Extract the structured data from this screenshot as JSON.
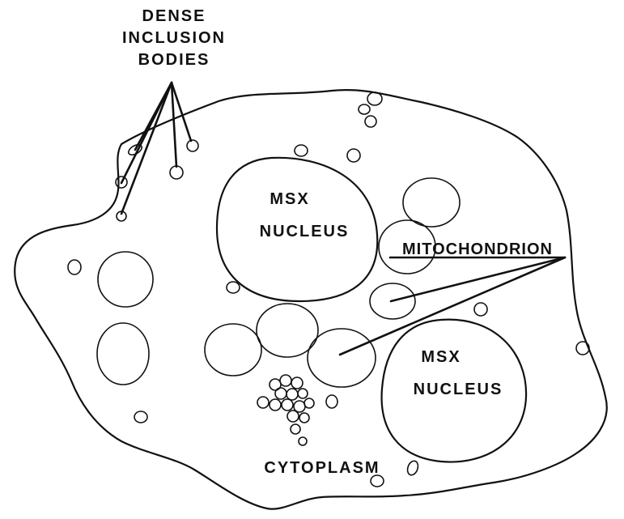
{
  "labels": {
    "dense_line1": "DENSE",
    "dense_line2": "INCLUSION",
    "dense_line3": "BODIES",
    "nucleus1_line1": "MSX",
    "nucleus1_line2": "NUCLEUS",
    "nucleus2_line1": "MSX",
    "nucleus2_line2": "NUCLEUS",
    "mitochondrion": "MITOCHONDRION",
    "cytoplasm": "CYTOPLASM"
  }
}
